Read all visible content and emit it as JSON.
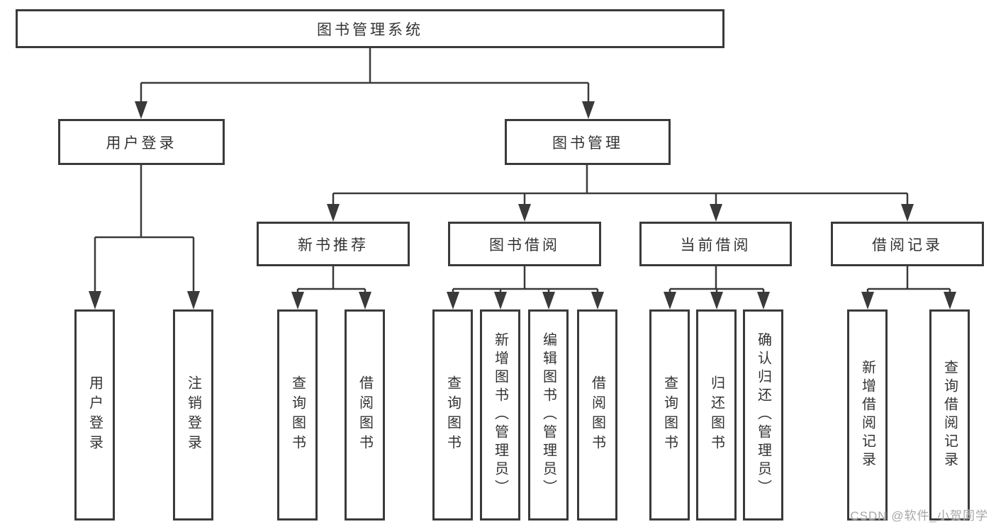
{
  "colors": {
    "line": "#3a3a3a",
    "text": "#333333",
    "background": "#ffffff",
    "watermark": "#a6a6a6"
  },
  "watermark": "CSDN @软件_小贺同学",
  "tree": {
    "label": "图书管理系统",
    "children": [
      {
        "label": "用户登录",
        "children": [
          {
            "label": "用户登录"
          },
          {
            "label": "注销登录"
          }
        ]
      },
      {
        "label": "图书管理",
        "children": [
          {
            "label": "新书推荐",
            "children": [
              {
                "label": "查询图书"
              },
              {
                "label": "借阅图书"
              }
            ]
          },
          {
            "label": "图书借阅",
            "children": [
              {
                "label": "查询图书"
              },
              {
                "label": "新增图书（管理员）"
              },
              {
                "label": "编辑图书（管理员）"
              },
              {
                "label": "借阅图书"
              }
            ]
          },
          {
            "label": "当前借阅",
            "children": [
              {
                "label": "查询图书"
              },
              {
                "label": "归还图书"
              },
              {
                "label": "确认归还（管理员）"
              }
            ]
          },
          {
            "label": "借阅记录",
            "children": [
              {
                "label": "新增借阅记录"
              },
              {
                "label": "查询借阅记录"
              }
            ]
          }
        ]
      }
    ]
  }
}
